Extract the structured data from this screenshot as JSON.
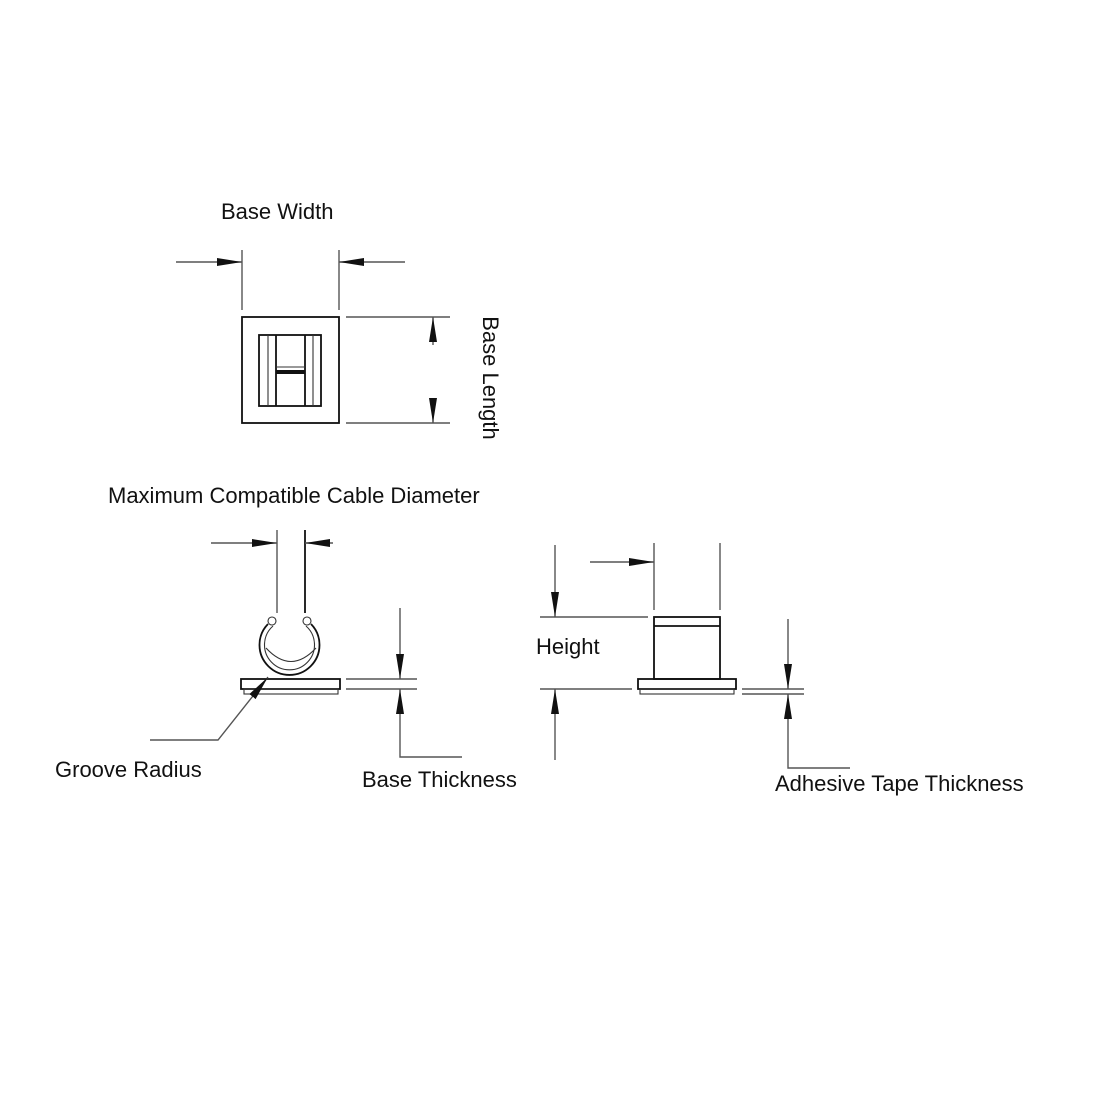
{
  "labels": {
    "base_width": "Base Width",
    "base_length": "Base Length",
    "max_cable_diameter": "Maximum Compatible Cable Diameter",
    "height": "Height",
    "groove_radius": "Groove Radius",
    "base_thickness": "Base Thickness",
    "adhesive_tape_thickness": "Adhesive Tape Thickness"
  }
}
